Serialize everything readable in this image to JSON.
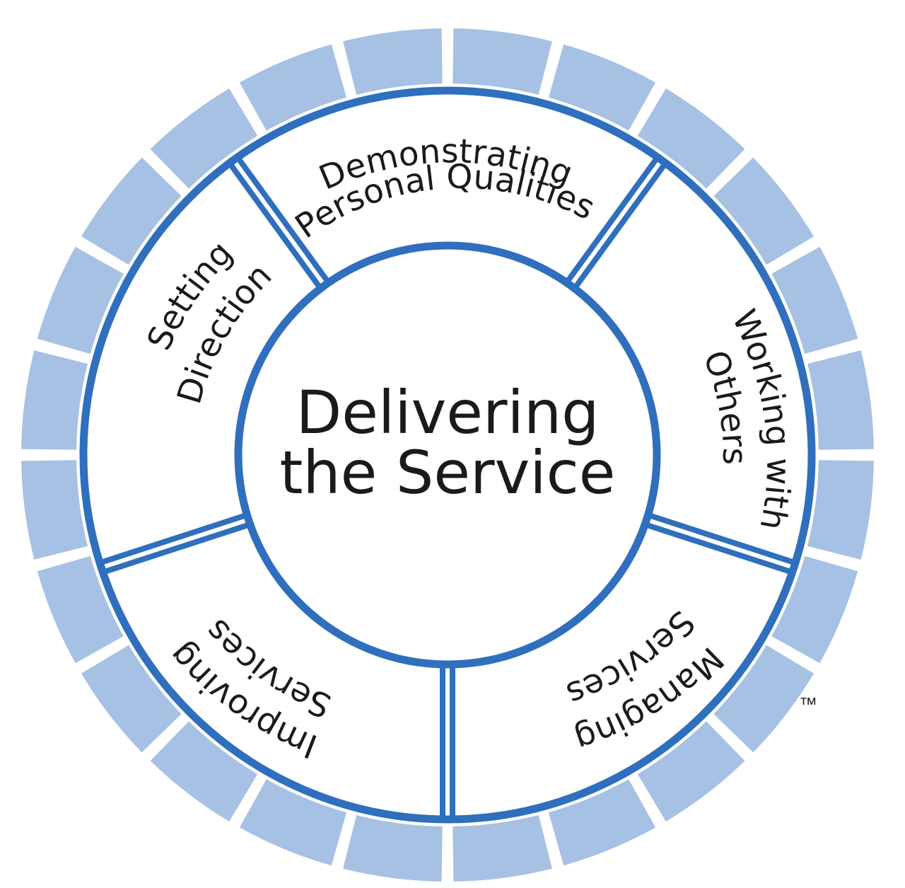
{
  "diagram": {
    "center": {
      "line1": "Delivering",
      "line2": "the Service"
    },
    "segments": [
      {
        "key": "demonstrating",
        "line1": "Demonstrating",
        "line2": "Personal Qualities"
      },
      {
        "key": "working",
        "line1": "Working with",
        "line2": "Others"
      },
      {
        "key": "managing",
        "line1": "Managing",
        "line2": "Services"
      },
      {
        "key": "improving",
        "line1": "Improving",
        "line2": "Services"
      },
      {
        "key": "setting",
        "line1": "Setting",
        "line2": "Direction"
      }
    ],
    "trademark": "™",
    "colors": {
      "stroke": "#2f6fbd",
      "tile": "#a7c1e4",
      "text": "#1a1a1a",
      "background": "#ffffff"
    }
  }
}
